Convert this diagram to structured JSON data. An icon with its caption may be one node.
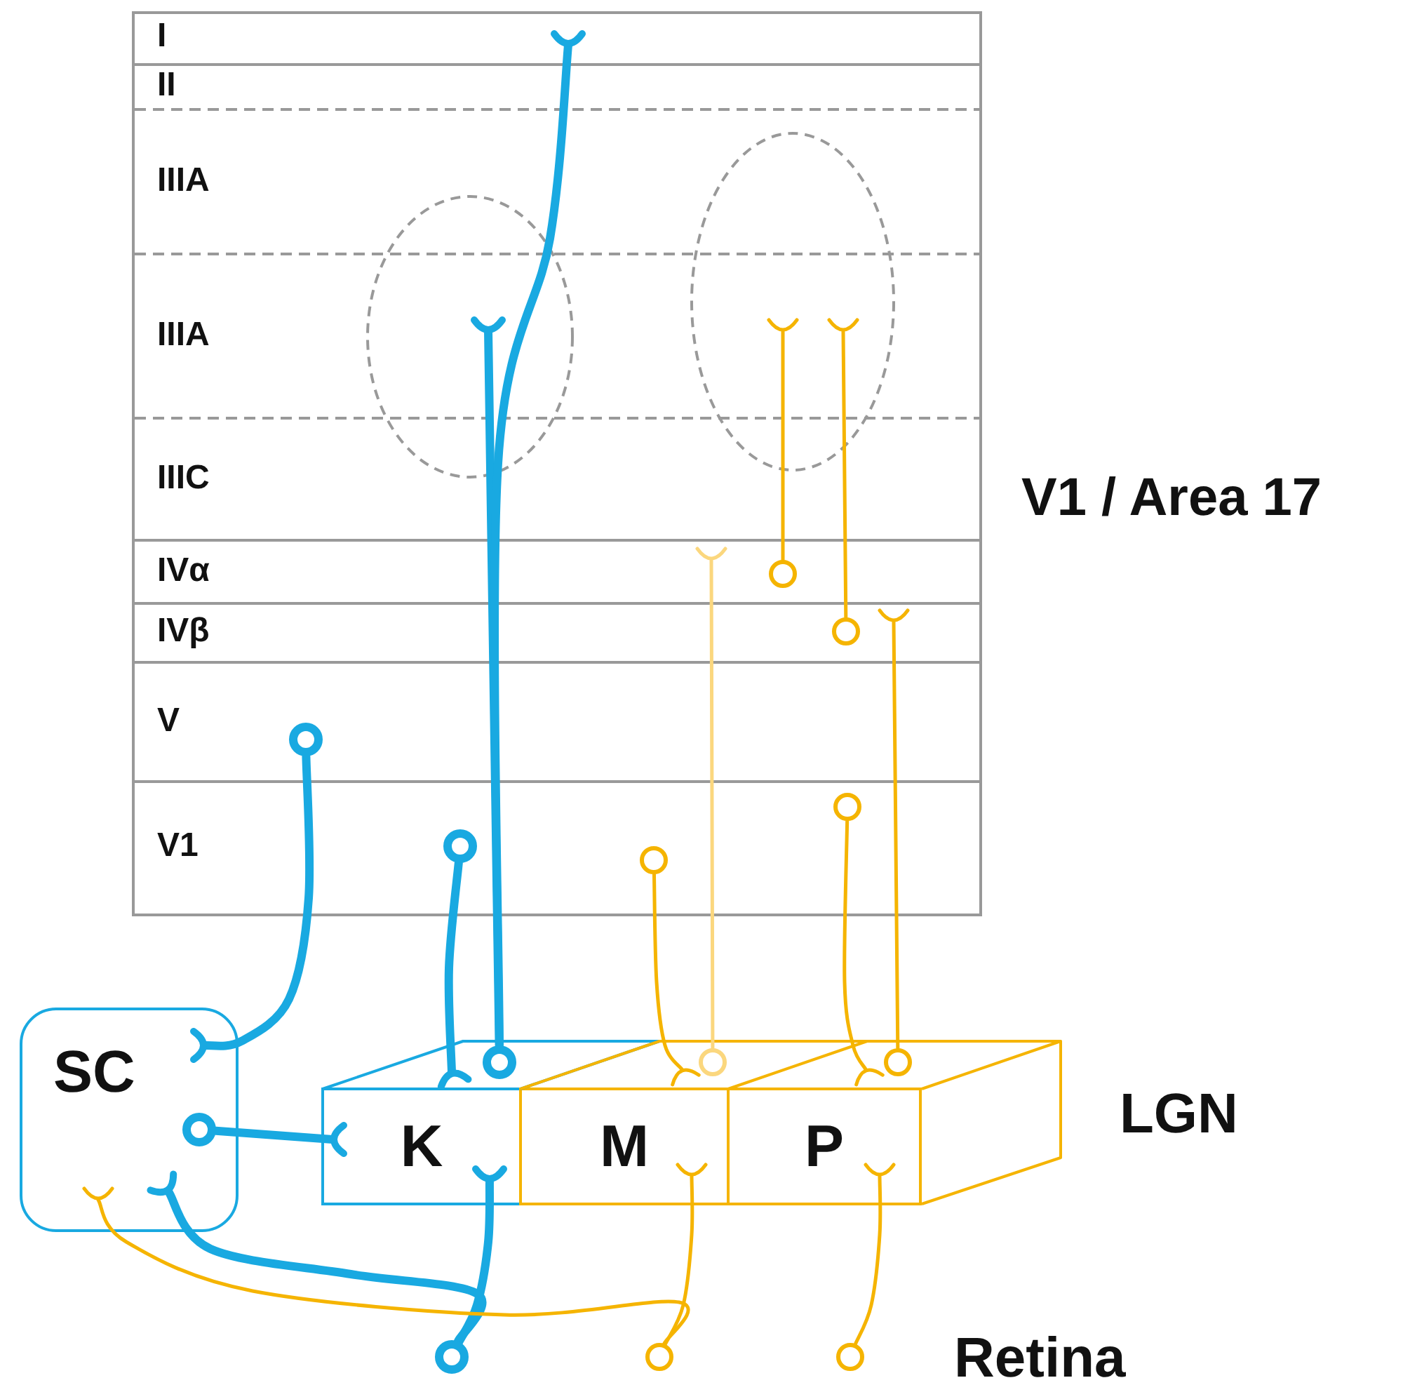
{
  "diagram": {
    "nodes": [
      {
        "text": [],
        "shape": "box",
        "beside": [
          "V1 / Area 17"
        ]
      },
      {
        "text": [
          "SC"
        ]
      },
      {
        "text": [
          "K"
        ]
      },
      {
        "text": [
          "M"
        ]
      },
      {
        "text": [
          "P"
        ]
      },
      {
        "text": [],
        "shape": "cup",
        "in": 0
      },
      {
        "text": [],
        "shape": "cup",
        "in": 0
      },
      {
        "text": [],
        "shape": "cup",
        "in": 0
      },
      {
        "text": [],
        "shape": "cup",
        "in": 0
      },
      {
        "text": [],
        "shape": "cup",
        "in": 0
      },
      {
        "text": [],
        "shape": "circle",
        "in": 0
      },
      {
        "text": [],
        "shape": "circle",
        "in": 0
      },
      {
        "text": [],
        "shape": "cup",
        "in": 0
      },
      {
        "text": [],
        "shape": "circle",
        "in": 0
      },
      {
        "text": [],
        "shape": "circle",
        "in": 0
      },
      {
        "text": [],
        "shape": "circle",
        "in": 0
      },
      {
        "text": [],
        "shape": "circle",
        "in": 0
      },
      {
        "text": [],
        "shape": "cup",
        "in": 1
      },
      {
        "text": [],
        "shape": "cup"
      },
      {
        "text": [],
        "shape": "circle"
      },
      {
        "text": [],
        "shape": "cup"
      },
      {
        "text": [],
        "shape": "circle"
      },
      {
        "text": [],
        "shape": "cup"
      },
      {
        "text": [],
        "shape": "circle"
      },
      {
        "text": [],
        "shape": "circle",
        "in": 1
      },
      {
        "text": [],
        "shape": "cup",
        "in": 2
      },
      {
        "text": [],
        "shape": "cup",
        "in": 2
      },
      {
        "text": [],
        "shape": "cup",
        "in": 3
      },
      {
        "text": [],
        "shape": "cup",
        "in": 4
      },
      {
        "text": [],
        "shape": "cup",
        "in": 1
      },
      {
        "text": [],
        "shape": "cup",
        "in": 1
      },
      {
        "text": [],
        "shape": "circle"
      },
      {
        "text": [],
        "shape": "circle"
      },
      {
        "text": [],
        "shape": "circle"
      }
    ],
    "edges": [
      {
        "from": 19,
        "to": 6,
        "arrow": "none",
        "style": "thick",
        "color": "#19a9e1"
      },
      {
        "from": 19,
        "to": 5,
        "arrow": "none",
        "style": "thick",
        "color": "#19a9e1"
      },
      {
        "from": 13,
        "to": 17,
        "arrow": "none",
        "style": "thick",
        "color": "#19a9e1"
      },
      {
        "from": 15,
        "to": 18,
        "arrow": "none",
        "style": "thick",
        "color": "#19a9e1"
      },
      {
        "from": 24,
        "to": 25,
        "arrow": "none",
        "style": "thick",
        "color": "#19a9e1"
      },
      {
        "from": 31,
        "to": 26,
        "arrow": "none",
        "style": "thick",
        "color": "#19a9e1"
      },
      {
        "from": 31,
        "to": 30,
        "arrow": "none",
        "style": "thick",
        "color": "#19a9e1"
      },
      {
        "from": 10,
        "to": 7,
        "arrow": "none"
      },
      {
        "from": 11,
        "to": 8,
        "arrow": "none"
      },
      {
        "from": 21,
        "to": 9,
        "arrow": "none",
        "color": "#fbd77e"
      },
      {
        "from": 23,
        "to": 12,
        "arrow": "none"
      },
      {
        "from": 16,
        "to": 20,
        "arrow": "none"
      },
      {
        "from": 14,
        "to": 22,
        "arrow": "none"
      },
      {
        "from": 32,
        "to": 27,
        "arrow": "none"
      },
      {
        "from": 33,
        "to": 28,
        "arrow": "none"
      },
      {
        "from": 32,
        "to": 29,
        "arrow": "none"
      }
    ],
    "labels": [
      "I",
      "II",
      "IIIA",
      "IIIA",
      "IIIC",
      "IVα",
      "IVβ",
      "V",
      "V1",
      "LGN",
      "Retina"
    ]
  }
}
